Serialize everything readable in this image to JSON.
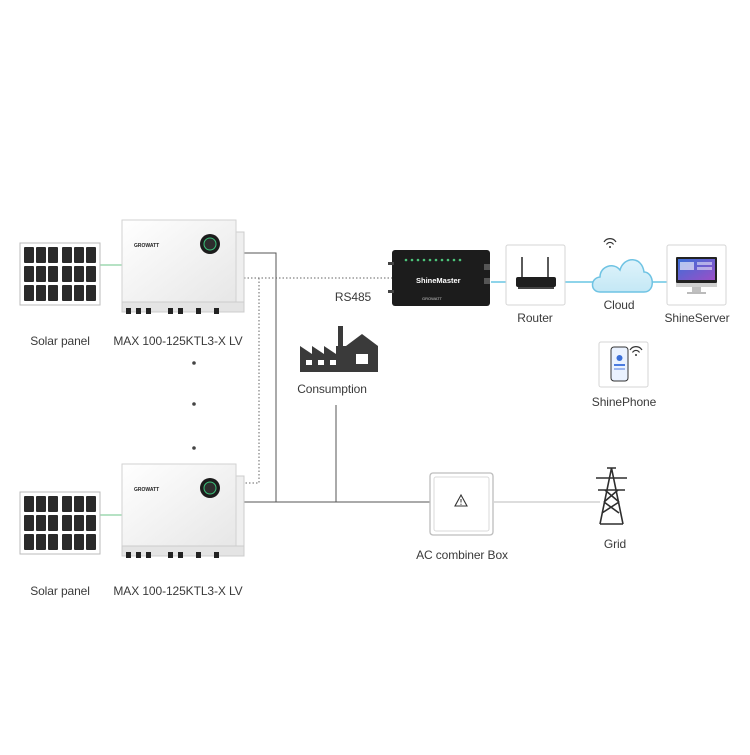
{
  "labels": {
    "solar_panel_top": "Solar panel",
    "solar_panel_bottom": "Solar panel",
    "inverter_top": "MAX 100-125KTL3-X LV",
    "inverter_bottom": "MAX 100-125KTL3-X LV",
    "rs485": "RS485",
    "consumption": "Consumption",
    "router": "Router",
    "cloud": "Cloud",
    "shineserver": "ShineServer",
    "shinephone": "ShinePhone",
    "ac_combiner": "AC combiner Box",
    "grid": "Grid"
  },
  "devices": {
    "inverter_brand": "GROWATT",
    "datalogger_name": "ShineMaster",
    "datalogger_brand": "GROWATT"
  },
  "colors": {
    "line": "#555555",
    "comm_line": "#8ed4ea",
    "panel_cell": "#2a2a2a",
    "green_link": "#6cc48a"
  },
  "icons": [
    "solar-panel-icon",
    "inverter-icon",
    "datalogger-icon",
    "router-icon",
    "cloud-icon",
    "server-monitor-icon",
    "phone-icon",
    "wifi-icon",
    "factory-icon",
    "combiner-box-icon",
    "warning-icon",
    "grid-tower-icon"
  ]
}
